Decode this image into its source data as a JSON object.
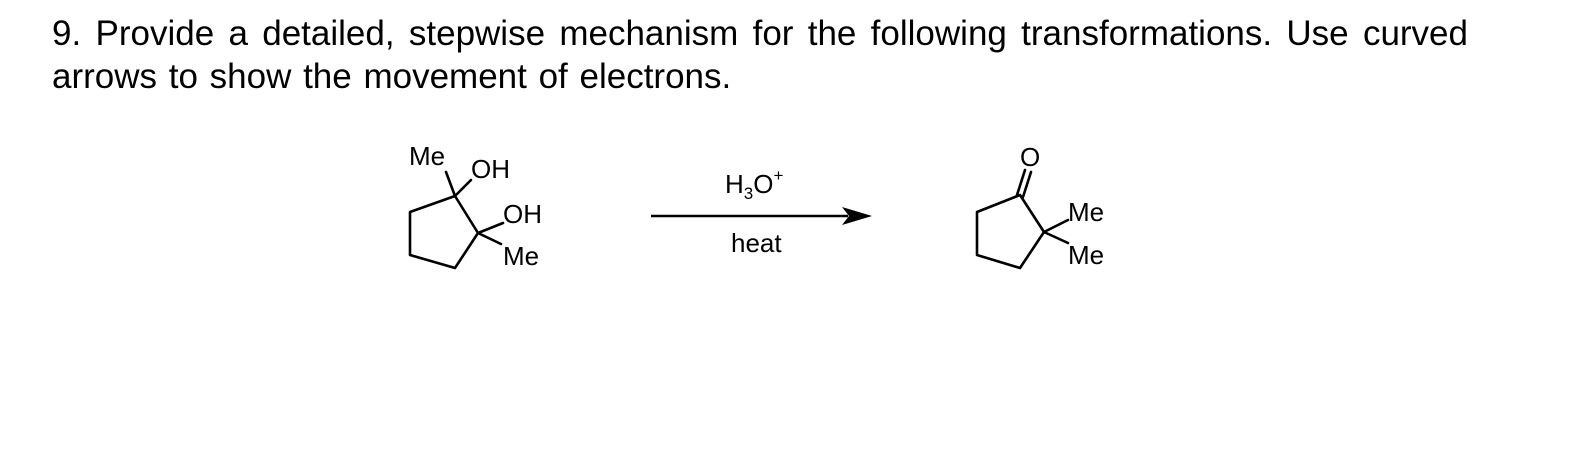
{
  "question": {
    "number": "9.",
    "text": "Provide a detailed, stepwise mechanism for the following transformations. Use curved arrows to show the movement of electrons."
  },
  "reactant": {
    "label_me_top": "Me",
    "label_oh_top": "OH",
    "label_oh_mid": "OH",
    "label_me_bottom": "Me"
  },
  "reaction_arrow": {
    "reagent_H": "H",
    "reagent_sub": "3",
    "reagent_O": "O",
    "reagent_sup": "+",
    "condition": "heat"
  },
  "product": {
    "label_o": "O",
    "label_me_1": "Me",
    "label_me_2": "Me"
  }
}
